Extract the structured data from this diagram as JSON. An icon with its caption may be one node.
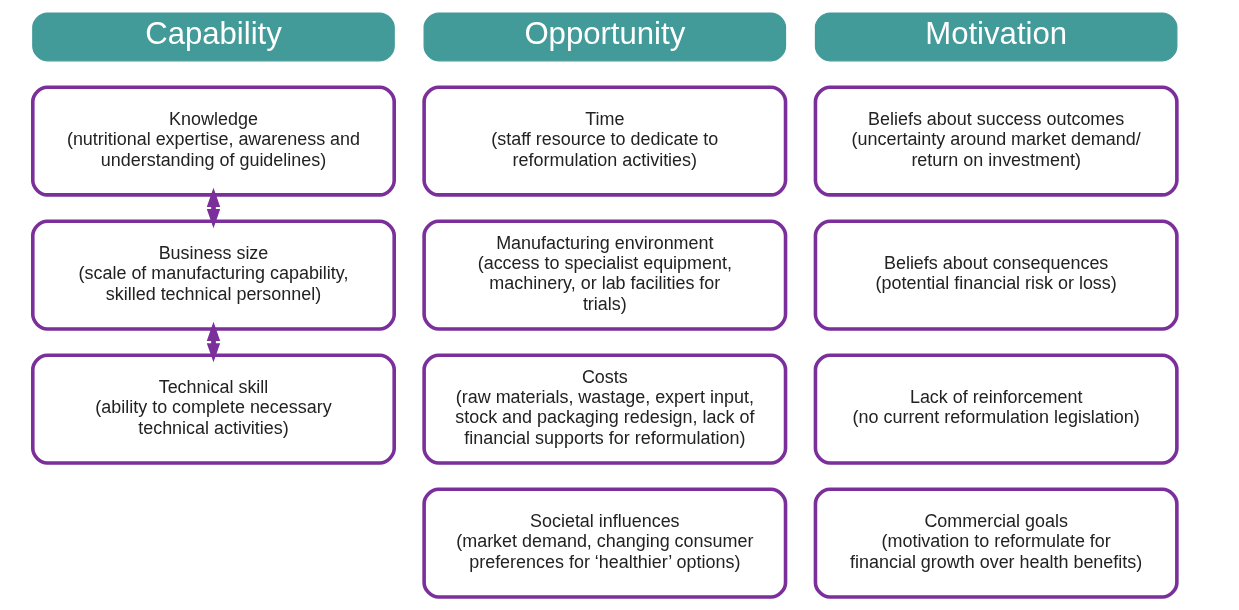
{
  "diagram": {
    "nodes": [
      {
        "text": [
          "Capability"
        ]
      },
      {
        "text": [
          "Knowledge",
          "(nutritional expertise, awareness and understanding of guidelines)"
        ]
      },
      {
        "text": [
          "Business size",
          "(scale of manufacturing capability, skilled technical personnel)"
        ]
      },
      {
        "text": [
          "Technical skill",
          "(ability to complete necessary technical activities)"
        ]
      },
      {
        "text": [
          "Opportunity"
        ]
      },
      {
        "text": [
          "Time",
          "(staff resource to dedicate to reformulation activities)"
        ]
      },
      {
        "text": [
          "Manufacturing environment",
          "(access to specialist equipment, machinery, or lab facilities for trials)"
        ]
      },
      {
        "text": [
          "Costs",
          "(raw materials, wastage, expert input, stock and packaging redesign, lack of financial supports for reformulation)"
        ]
      },
      {
        "text": [
          "Societal influences",
          "(market demand, changing consumer preferences for ‘healthier’ options)"
        ]
      },
      {
        "text": [
          "Motivation"
        ]
      },
      {
        "text": [
          "Beliefs about success outcomes",
          "(uncertainty around market demand/ return on investment)"
        ]
      },
      {
        "text": [
          "Beliefs about consequences",
          "(potential financial risk or loss)"
        ]
      },
      {
        "text": [
          "Lack of reinforcement",
          "(no current reformulation legislation)"
        ]
      },
      {
        "text": [
          "Commercial goals",
          "(motivation to reformulate for financial growth over health benefits)"
        ]
      }
    ],
    "edges": [
      {
        "from": 1,
        "to": 2,
        "arrow": "both"
      },
      {
        "from": 2,
        "to": 3,
        "arrow": "both"
      }
    ]
  }
}
